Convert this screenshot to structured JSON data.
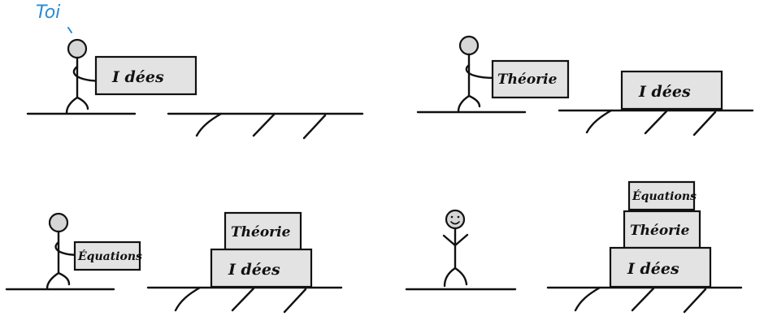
{
  "you_label": "Toi",
  "blocks": {
    "ideas": "I dées",
    "theory": "Théorie",
    "equations": "Équations"
  },
  "colors": {
    "ink": "#111111",
    "box_fill": "#e3e3e3",
    "you_label": "#2a8ad4"
  },
  "panels": [
    {
      "step": 1,
      "carrying": "ideas",
      "stack": []
    },
    {
      "step": 2,
      "carrying": "theory",
      "stack": [
        "ideas"
      ]
    },
    {
      "step": 3,
      "carrying": "equations",
      "stack": [
        "ideas",
        "theory"
      ]
    },
    {
      "step": 4,
      "carrying": null,
      "stack": [
        "ideas",
        "theory",
        "equations"
      ]
    }
  ]
}
